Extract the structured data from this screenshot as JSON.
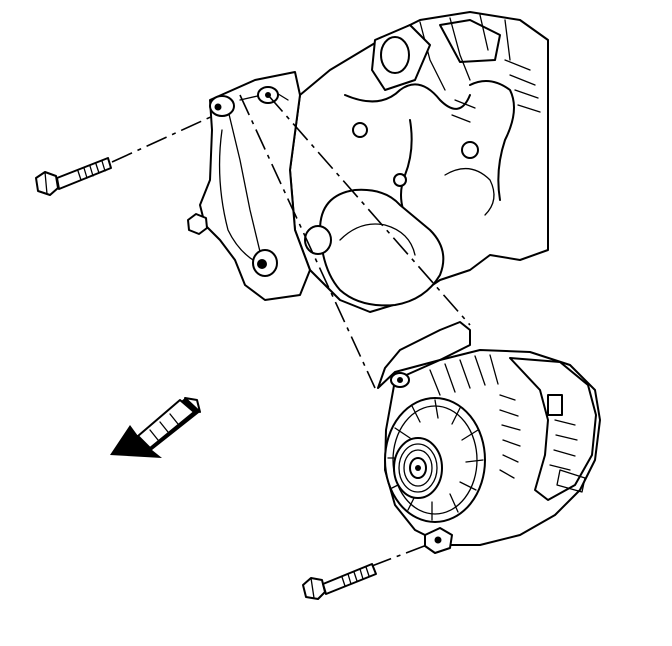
{
  "diagram": {
    "components": [
      {
        "name": "engine-block",
        "icon": "engine-icon"
      },
      {
        "name": "alternator-mounting-bracket",
        "icon": "bracket-icon"
      },
      {
        "name": "upper-bracket-bolt",
        "icon": "bolt-icon"
      },
      {
        "name": "alternator",
        "icon": "alternator-icon"
      },
      {
        "name": "lower-alternator-bolt",
        "icon": "bolt-icon"
      },
      {
        "name": "direction-arrow",
        "icon": "arrow-icon"
      }
    ],
    "colors": {
      "line": "#000000",
      "background": "#ffffff"
    }
  }
}
